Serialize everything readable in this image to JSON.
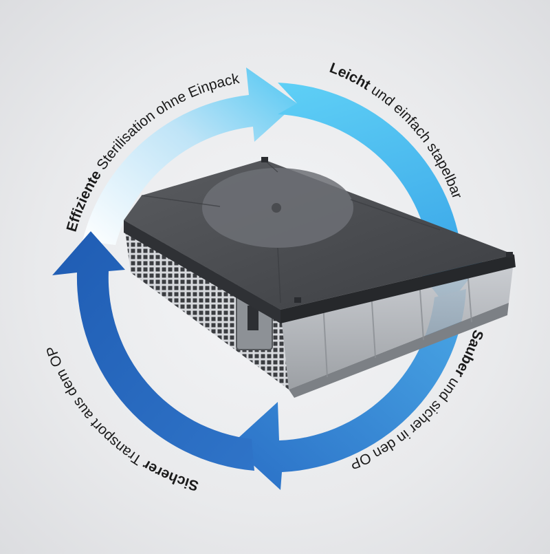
{
  "cycle_labels": [
    {
      "bold": "Effiziente",
      "rest": " Sterilisation ohne Einpacken"
    },
    {
      "bold": "Leicht",
      "rest": " und einfach stapelbar"
    },
    {
      "bold": "Sauber",
      "rest": " und sicher in den OP"
    },
    {
      "bold": "Sicherer",
      "rest": " Transport aus dem OP"
    }
  ],
  "product_markings": {
    "lid_label": "",
    "temperature": "",
    "brand": ""
  },
  "colors": {
    "arrow_light": "#4fc6f2",
    "arrow_mid": "#3c9ee0",
    "arrow_dark": "#1f5cb3",
    "arrow_fade": "#ffffff",
    "container_lid": "#4a4c50",
    "container_body": "#a9adb3"
  },
  "icons": [
    "cycle-arrow-top-left",
    "cycle-arrow-top-right",
    "cycle-arrow-bottom-right",
    "cycle-arrow-bottom-left",
    "sterile-container-image"
  ]
}
